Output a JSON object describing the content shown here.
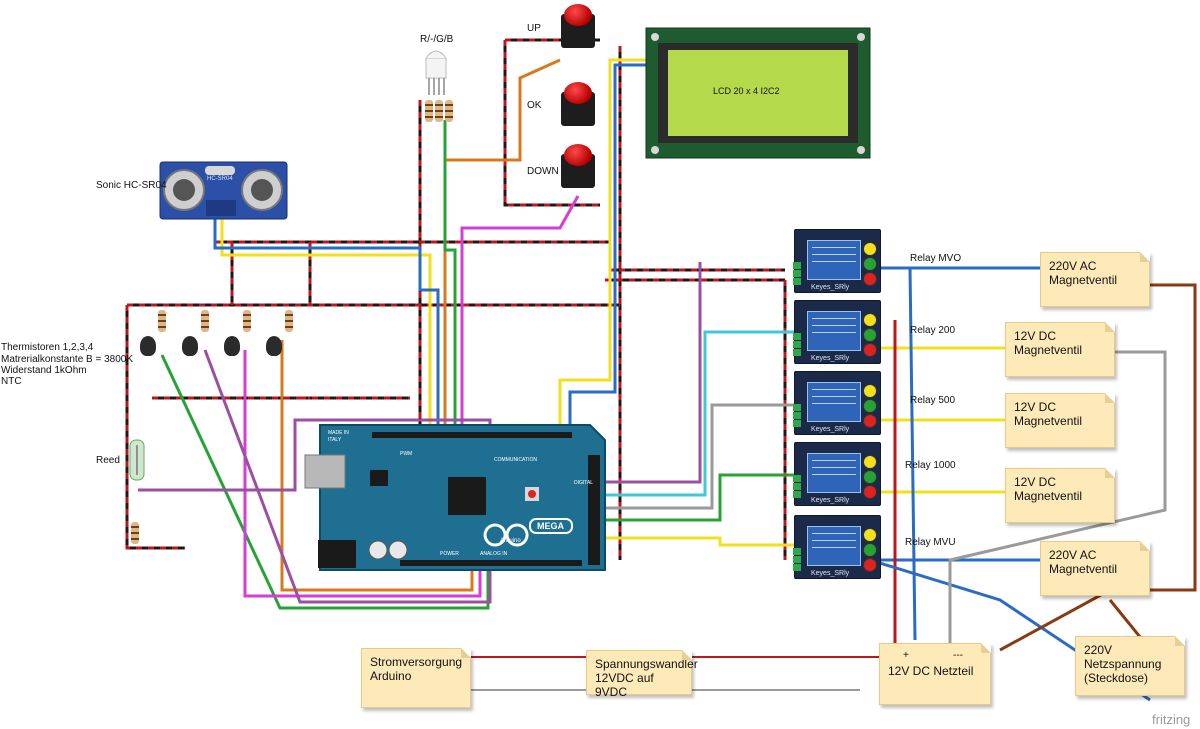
{
  "labels": {
    "rgb_led": "R/-/G/B",
    "up": "UP",
    "ok": "OK",
    "down": "DOWN",
    "sonic": "Sonic HC-SR04",
    "sonic_chip": "HC-SR04",
    "lcd": "LCD 20 x 4 I2C2",
    "thermistor_1": "Thermistoren 1,2,3,4",
    "thermistor_2": "Matrerialkonstante B = 3800K",
    "thermistor_3": "Widerstand 1kOhm",
    "thermistor_4": "NTC",
    "reed": "Reed",
    "relay_mvo": "Relay MVO",
    "relay_200": "Relay 200",
    "relay_500": "Relay 500",
    "relay_1000": "Relay 1000",
    "relay_mvu": "Relay MVU",
    "relay_brand": "Keyes_SRly",
    "arduino_made_in": "MADE IN",
    "arduino_italy": "ITALY",
    "arduino_logo": "Arduino",
    "arduino_model": "MEGA",
    "arduino_power": "POWER",
    "arduino_analog": "ANALOG IN",
    "arduino_comm": "COMMUNICATION",
    "arduino_pwm": "PWM",
    "arduino_digital": "DIGITAL",
    "psu_plus": "+",
    "psu_minus": "---",
    "fritzing": "fritzing"
  },
  "notes": {
    "ac_top": [
      "220V AC",
      "Magnetventil"
    ],
    "dc_1": [
      "12V DC",
      "Magnetventil"
    ],
    "dc_2": [
      "12V DC",
      "Magnetventil"
    ],
    "dc_3": [
      "12V DC",
      "Magnetventil"
    ],
    "ac_bottom": [
      "220V AC",
      "Magnetventil"
    ],
    "supply": [
      "Stromversorgung",
      "Arduino"
    ],
    "converter": [
      "Spannungswandler",
      "12VDC auf 9VDC"
    ],
    "psu": [
      "12V DC Netzteil"
    ],
    "mains": [
      "220V",
      "Netzspannung",
      "(Steckdose)"
    ]
  },
  "colors": {
    "wire_red": "#c0161b",
    "wire_black": "#1a1a1a",
    "wire_green": "#27a336",
    "wire_yellow": "#f2e01e",
    "wire_blue": "#2a6bc4",
    "wire_orange": "#d77a1e",
    "wire_purple": "#9b4fa0",
    "wire_magenta": "#d63dd6",
    "wire_cyan": "#3fc9d6",
    "wire_brown": "#8a3a12",
    "wire_grey": "#9a9a9a",
    "note_fill": "#fdeab8",
    "arduino_blue": "#1f6f92",
    "lcd_green": "#b4d94a",
    "relay_board": "#1c2a4a"
  },
  "icons": [
    "rgb-led-icon",
    "push-button-icon",
    "ultrasonic-sensor-icon",
    "lcd-display-icon",
    "relay-module-icon",
    "thermistor-icon",
    "resistor-icon",
    "reed-switch-icon",
    "arduino-mega-icon"
  ]
}
